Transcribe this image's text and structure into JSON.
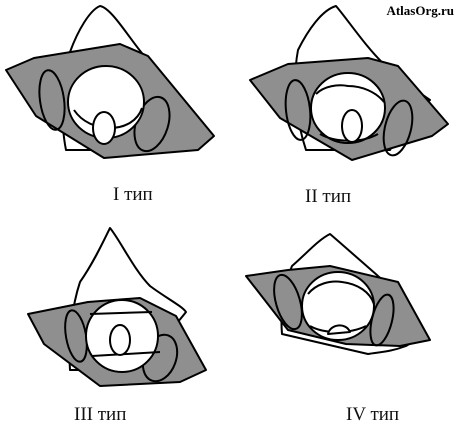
{
  "watermark": "AtlasOrg.ru",
  "figures": [
    {
      "label": "I тип"
    },
    {
      "label": "II тип"
    },
    {
      "label": "III тип"
    },
    {
      "label": "IV тип"
    }
  ]
}
